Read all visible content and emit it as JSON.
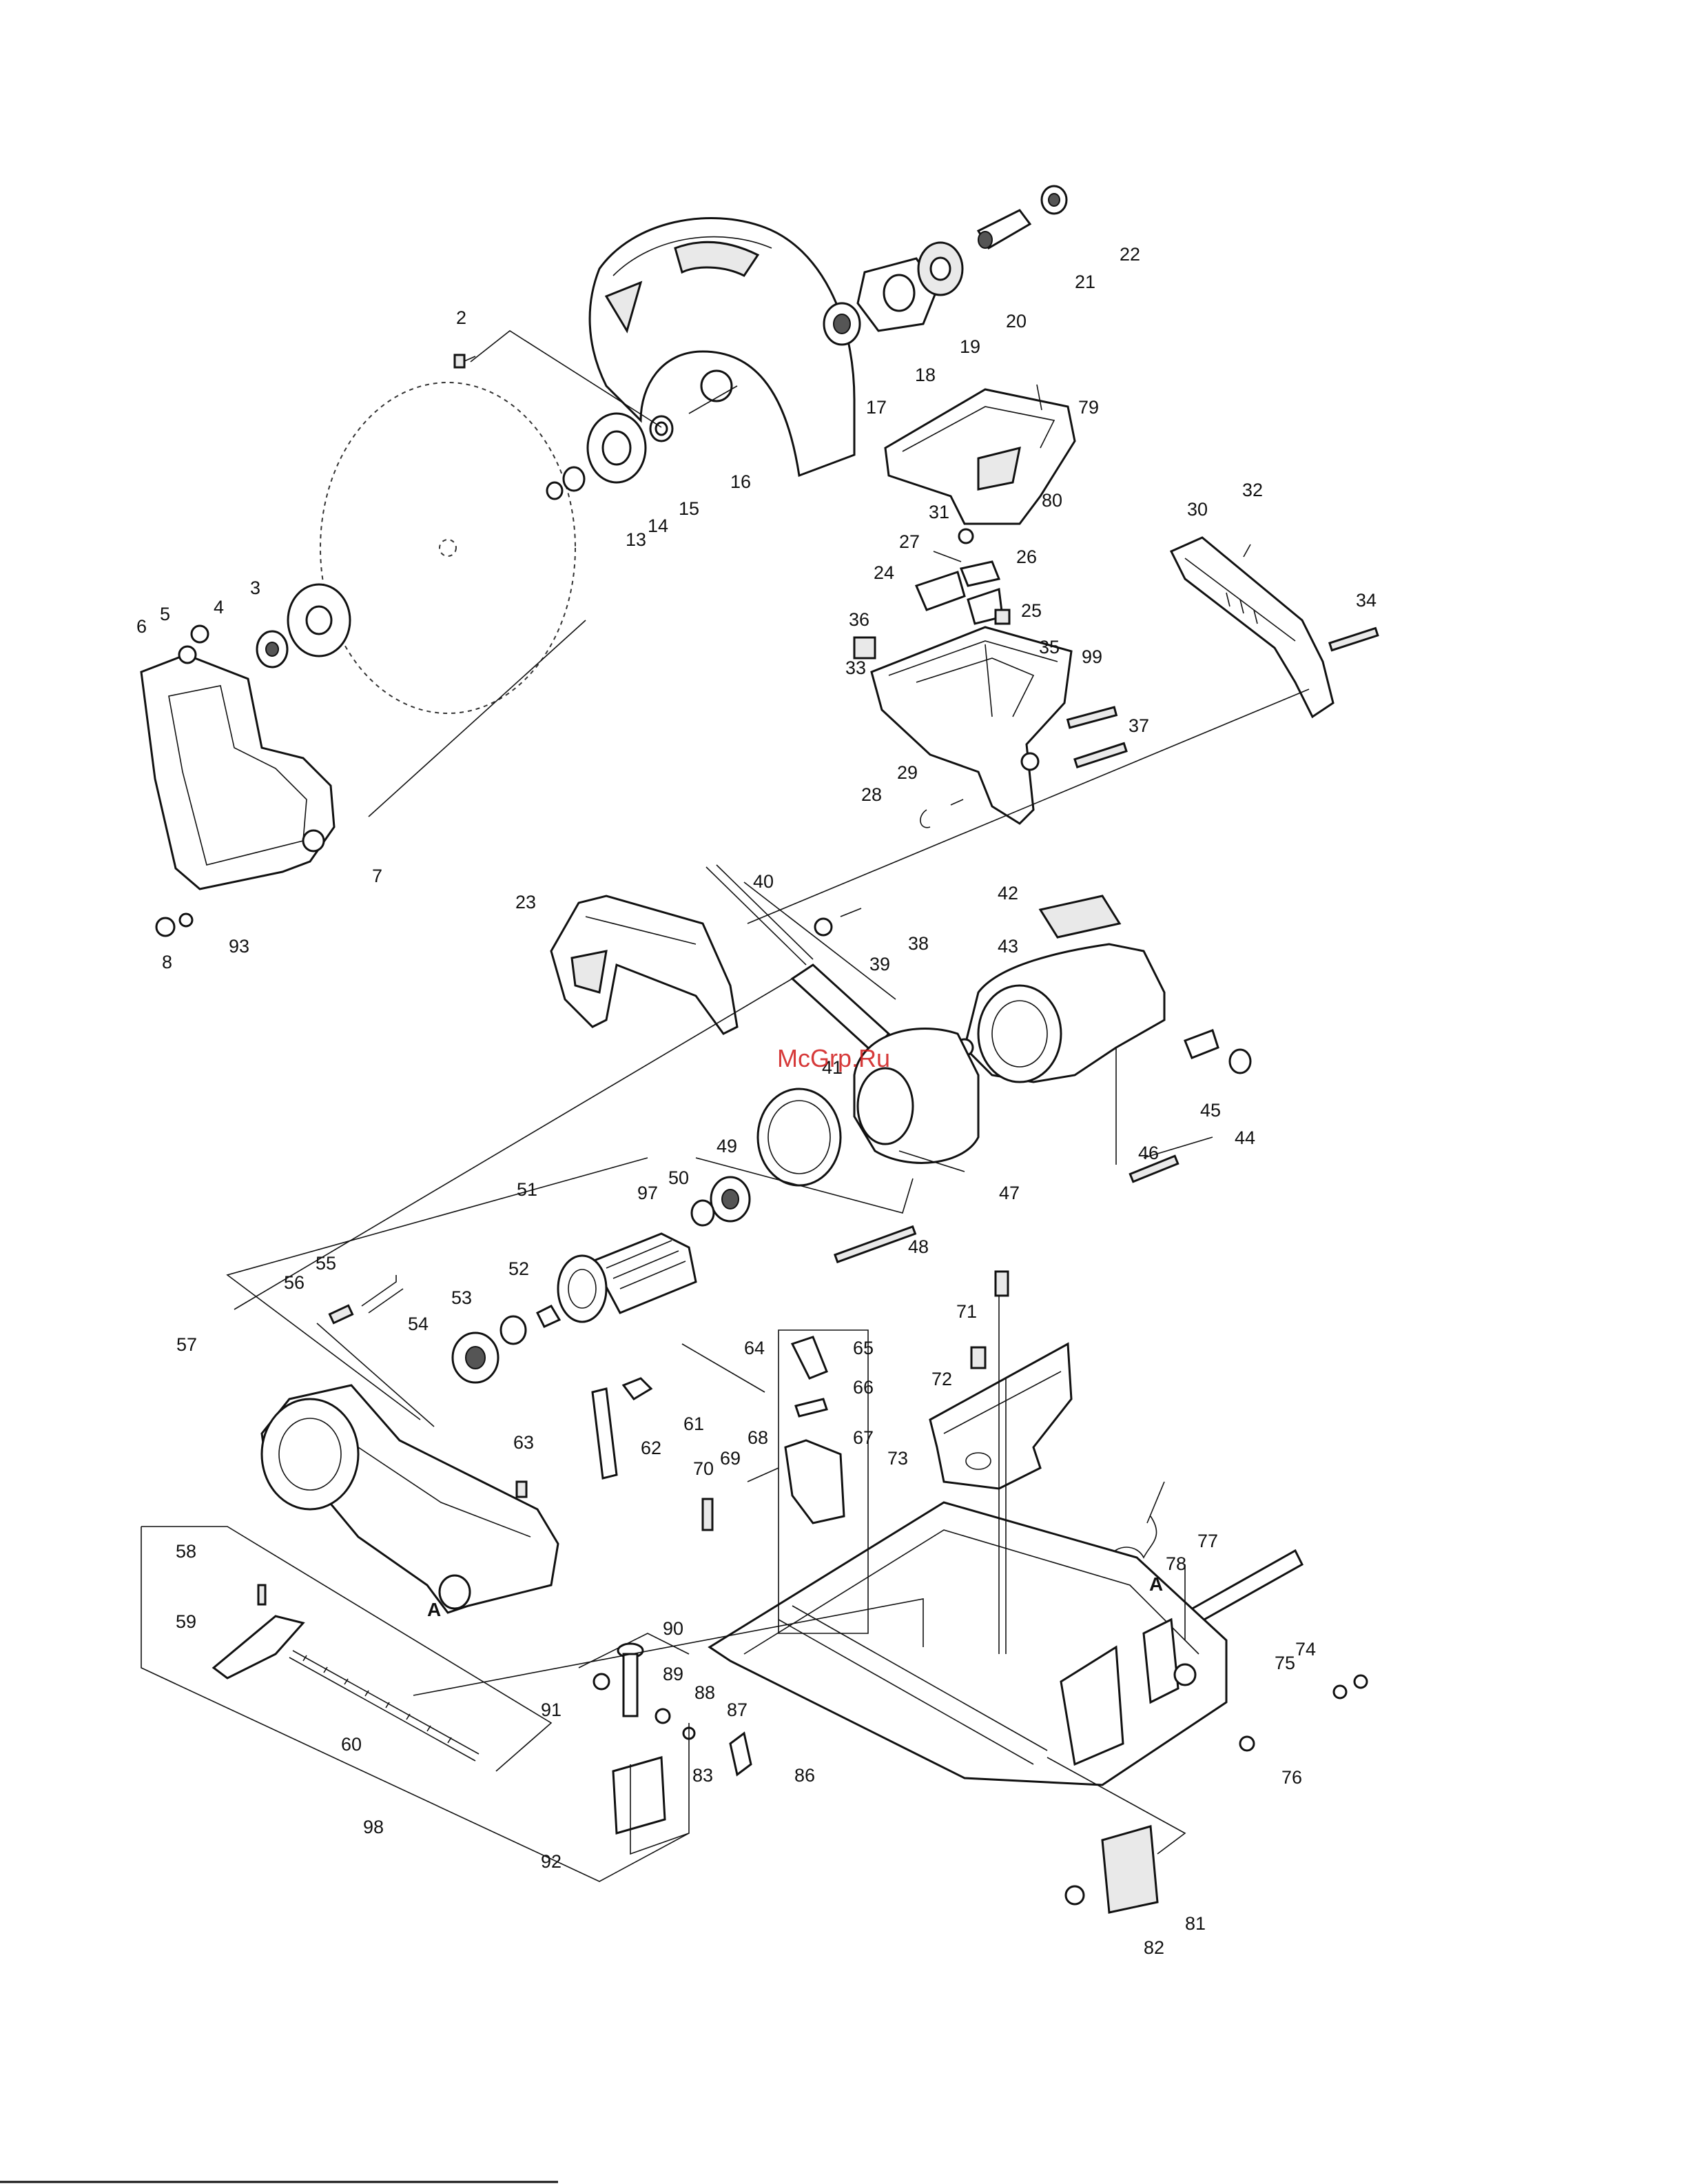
{
  "watermark": "McGrp.Ru",
  "assembly_markers": [
    "A",
    "A"
  ],
  "accent_color": "#d01818",
  "callouts": [
    "2",
    "3",
    "4",
    "5",
    "6",
    "7",
    "8",
    "13",
    "14",
    "15",
    "16",
    "17",
    "18",
    "19",
    "20",
    "21",
    "22",
    "23",
    "24",
    "25",
    "26",
    "27",
    "28",
    "29",
    "30",
    "31",
    "32",
    "33",
    "34",
    "35",
    "36",
    "37",
    "38",
    "39",
    "40",
    "41",
    "42",
    "43",
    "44",
    "45",
    "46",
    "47",
    "48",
    "49",
    "50",
    "51",
    "52",
    "53",
    "54",
    "55",
    "56",
    "57",
    "58",
    "59",
    "60",
    "61",
    "62",
    "63",
    "64",
    "65",
    "66",
    "67",
    "68",
    "69",
    "70",
    "71",
    "72",
    "73",
    "74",
    "75",
    "76",
    "77",
    "78",
    "79",
    "80",
    "81",
    "82",
    "83",
    "86",
    "87",
    "88",
    "89",
    "90",
    "91",
    "92",
    "93",
    "97",
    "98",
    "99"
  ]
}
